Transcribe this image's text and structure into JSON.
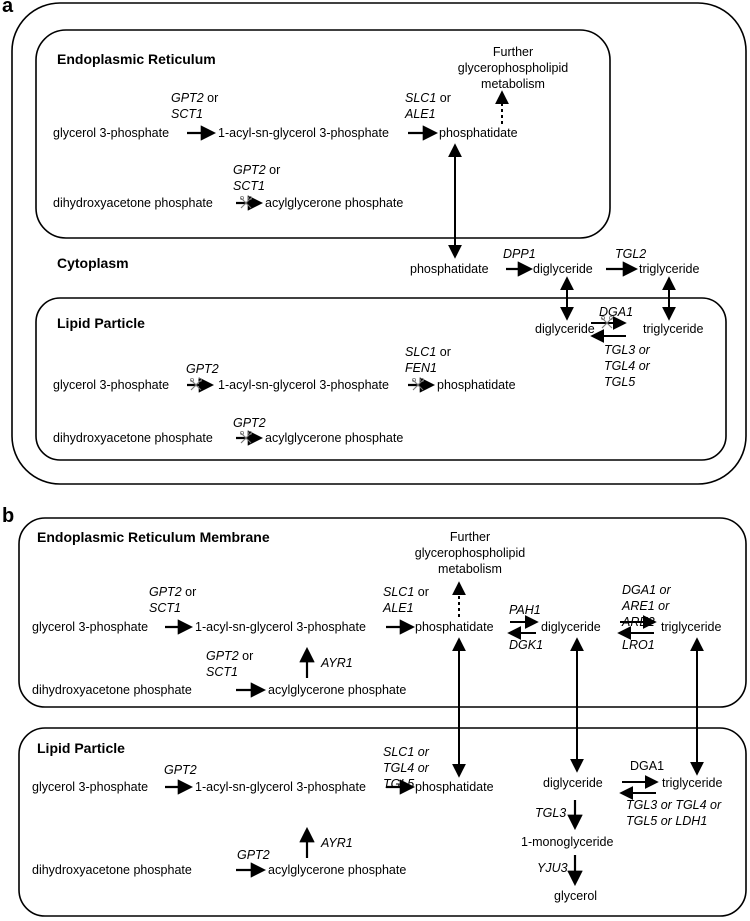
{
  "panels": {
    "a": {
      "label": "a",
      "compartments": {
        "er": "Endoplasmic Reticulum",
        "cytoplasm": "Cytoplasm",
        "lipid_particle": "Lipid Particle"
      },
      "er": {
        "further": [
          "Further",
          "glycerophospholipid",
          "metabolism"
        ],
        "g3p": "glycerol 3-phosphate",
        "lpa": "1-acyl-sn-glycerol 3-phosphate",
        "pa": "phosphatidate",
        "dhap": "dihydroxyacetone phosphate",
        "acyl_dhap": "acylglycerone phosphate",
        "enz1": "GPT2",
        "enz1_or": " or",
        "enz1b": "SCT1",
        "enz2": "SLC1",
        "enz2_or": " or",
        "enz2b": "ALE1",
        "enz3": "GPT2",
        "enz3_or": " or",
        "enz3b": "SCT1"
      },
      "cytoplasm": {
        "pa": "phosphatidate",
        "dag": "diglyceride",
        "tag": "triglyceride",
        "dpp1": "DPP1",
        "tgl2": "TGL2"
      },
      "lp": {
        "dag": "diglyceride",
        "tag": "triglyceride",
        "dga1": "DGA1",
        "tgl_lines": [
          "TGL3 or",
          "TGL4 or",
          "TGL5"
        ],
        "g3p": "glycerol 3-phosphate",
        "lpa": "1-acyl-sn-glycerol 3-phosphate",
        "pa": "phosphatidate",
        "dhap": "dihydroxyacetone phosphate",
        "acyl_dhap": "acylglycerone phosphate",
        "gpt2_1": "GPT2",
        "gpt2_2": "GPT2",
        "slc1": "SLC1",
        "slc1_or": " or",
        "fen1": "FEN1"
      }
    },
    "b": {
      "label": "b",
      "compartments": {
        "er": "Endoplasmic Reticulum Membrane",
        "lipid_particle": "Lipid Particle"
      },
      "er": {
        "further": [
          "Further",
          "glycerophospholipid",
          "metabolism"
        ],
        "g3p": "glycerol 3-phosphate",
        "lpa": "1-acyl-sn-glycerol 3-phosphate",
        "pa": "phosphatidate",
        "dag": "diglyceride",
        "tag": "triglyceride",
        "dhap": "dihydroxyacetone phosphate",
        "acyl_dhap": "acylglycerone phosphate",
        "enz1": "GPT2",
        "enz1_or": " or",
        "enz1b": "SCT1",
        "enz2": "SLC1",
        "enz2_or": " or",
        "enz2b": "ALE1",
        "enz3": "GPT2",
        "enz3_or": " or",
        "enz3b": "SCT1",
        "ayr1": "AYR1",
        "pah1": "PAH1",
        "dgk1": "DGK1",
        "tag_enz": [
          "DGA1 or",
          "ARE1 or",
          "ARE2"
        ],
        "lro1": "LRO1"
      },
      "lp": {
        "g3p": "glycerol 3-phosphate",
        "lpa": "1-acyl-sn-glycerol 3-phosphate",
        "pa": "phosphatidate",
        "dhap": "dihydroxyacetone phosphate",
        "acyl_dhap": "acylglycerone phosphate",
        "gpt2_1": "GPT2",
        "gpt2_2": "GPT2",
        "ayr1": "AYR1",
        "pa_enz": [
          "SLC1 or",
          "TGL4 or",
          "TGL5"
        ],
        "dag": "diglyceride",
        "tag": "triglyceride",
        "mag": "1-monoglyceride",
        "glycerol": "glycerol",
        "dga1": "DGA1",
        "tgl3": "TGL3",
        "yju3": "YJU3",
        "lipases": [
          "TGL3 or TGL4 or",
          "TGL5 or LDH1"
        ]
      }
    }
  }
}
